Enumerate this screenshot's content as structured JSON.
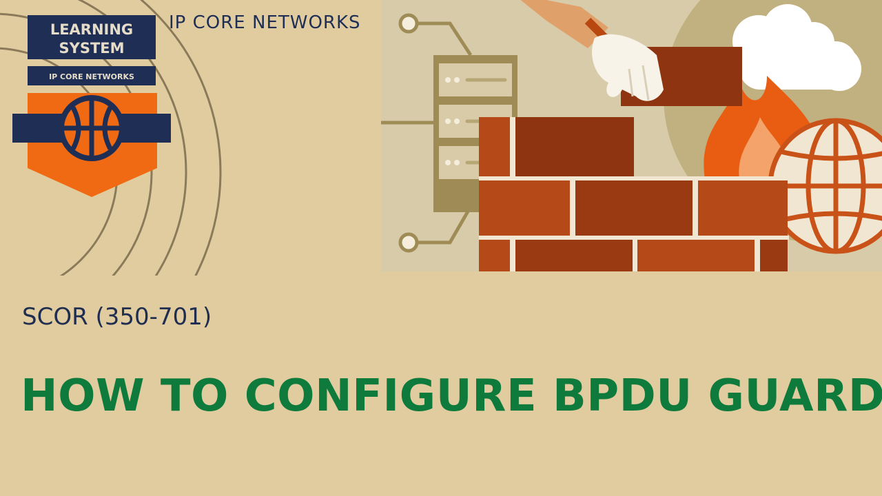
{
  "logo": {
    "line1": "LEARNING",
    "line2": "SYSTEM",
    "line3": "IP CORE NETWORKS",
    "icon": "basketball-icon"
  },
  "brand": {
    "name": "IP CORE NETWORKS"
  },
  "content": {
    "subtitle": "SCOR (350-701)",
    "title": "HOW TO CONFIGURE BPDU GUARD"
  },
  "colors": {
    "background": "#e0cc9f",
    "navy": "#1e2e55",
    "orange": "#f06a13",
    "green": "#0e7a3c",
    "brick": "#b54a18"
  }
}
